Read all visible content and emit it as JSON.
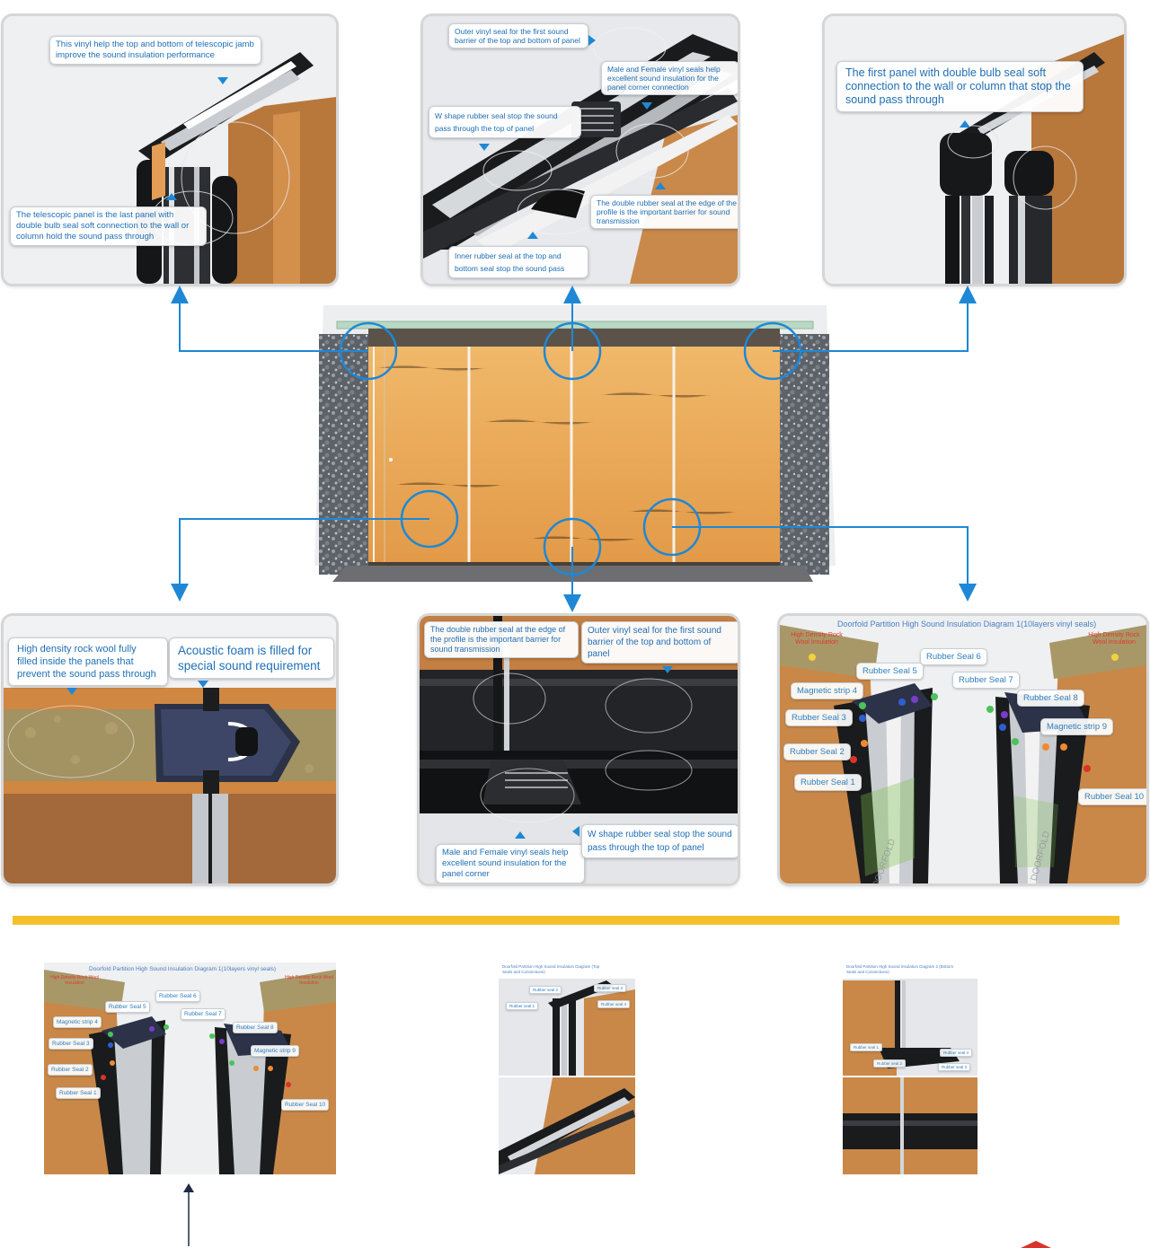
{
  "panels": {
    "top_left": {
      "callout_top": "This vinyl help the top and bottom of telescopic jamb improve the sound insulation performance",
      "callout_bottom": "The telescopic panel is the last panel with double bulb seal soft connection to the wall or column hold the sound pass through"
    },
    "top_center": {
      "c1": "Outer vinyl seal for the first sound barrier of the top and bottom of panel",
      "c2": "Male and Female vinyl seals help excellent sound insulation for the panel corner connection",
      "c3": "W shape rubber seal stop the sound pass through the top of panel",
      "c4": "The double rubber seal at the edge of the profile is the important barrier for sound transmission",
      "c5": "Inner rubber seal at the top and bottom seal stop the sound pass"
    },
    "top_right": {
      "c1": "The first panel with double bulb seal soft connection to the wall or column that stop the sound pass through"
    },
    "bottom_left": {
      "c1": "High density rock wool fully filled inside the panels that prevent the sound pass through",
      "c2": "Acoustic foam is filled for special sound requirement"
    },
    "bottom_center": {
      "c1": "The double rubber seal at the edge of the profile is the important barrier for sound transmission",
      "c2": "Outer vinyl seal for the first sound barrier of the top and bottom of panel",
      "c3": "Male and Female vinyl seals help excellent sound insulation for the panel corner",
      "c4": "W shape rubber seal stop the sound pass through the top of panel"
    },
    "bottom_right": {
      "title": "Doorfold Partition High Sound Insulation Diagram 1(10layers vinyl seals)",
      "rock_left": "High Density Rock Wool Insulation",
      "rock_right": "High Density Rock Wool Insulation",
      "seals": [
        "Rubber Seal 1",
        "Rubber Seal 2",
        "Rubber Seal 3",
        "Magnetic strip 4",
        "Rubber Seal 5",
        "Rubber Seal 6",
        "Rubber Seal 7",
        "Rubber Seal 8",
        "Magnetic strip 9",
        "Rubber Seal 10"
      ],
      "brand": "DOORFOLD"
    }
  },
  "thumbnails": {
    "t1": {
      "title": "Doorfold Partition High Sound Insulation Diagram 1(10layers vinyl seals)",
      "rock": "High Density Rock Wool Insulation",
      "seals": [
        "Rubber Seal 1",
        "Rubber Seal 2",
        "Rubber Seal 3",
        "Magnetic strip 4",
        "Rubber Seal 5",
        "Rubber Seal 6",
        "Rubber Seal 7",
        "Rubber Seal 8",
        "Magnetic strip 9",
        "Rubber Seal 10"
      ]
    },
    "t2": {
      "title": "Doorfold Partition High Sound Insulation Diagram (Top Seals and Connections)",
      "labels": [
        "Rubber seal 1",
        "Rubber seal 2",
        "Rubber seal 3",
        "Rubber seal 4"
      ]
    },
    "t3": {
      "title": "Doorfold Partition High Sound Insulation Diagram 2 (Bottom Seals and Connections)",
      "labels": [
        "Rubber seal 1",
        "Rubber seal 2",
        "Rubber seal 3",
        "Rubber seal 4"
      ]
    }
  },
  "colors": {
    "accent_blue": "#1e88d6",
    "divider_yellow": "#f4c02a",
    "label_blue": "#2d7fc1",
    "wood": "#e8a55a",
    "stone": "#8a8f96"
  }
}
